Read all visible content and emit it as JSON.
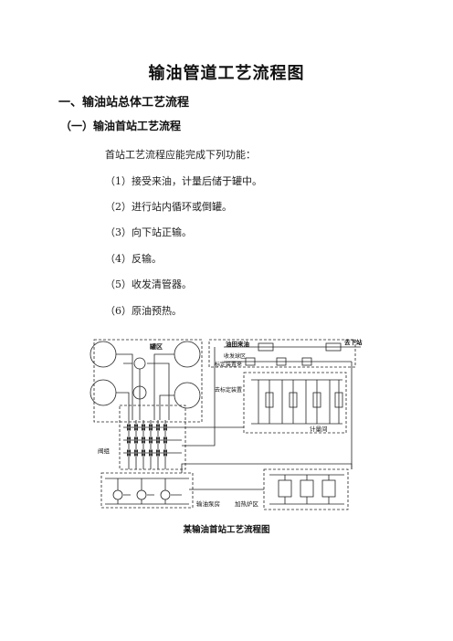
{
  "doc": {
    "title": "输油管道工艺流程图",
    "section1": "一、输油站总体工艺流程",
    "section1_1": "（一）输油首站工艺流程",
    "intro": "首站工艺流程应能完成下列功能：",
    "functions": [
      "（1）接受来油，计量后储于罐中。",
      "（2）进行站内循环或倒罐。",
      "（3）向下站正输。",
      "（4）反输。",
      "（5）收发清管器。",
      "（6）原油预热。"
    ],
    "caption": "某输油首站工艺流程图"
  },
  "diagram": {
    "labels": {
      "tank_area": "罐区",
      "incoming_oil": "油田来油",
      "to_next_station": "去下站",
      "pig_area_1": "收发球区",
      "pig_area_2": "标定装置来",
      "to_calibration": "去标定装置",
      "metering_room": "计量间",
      "valve_group": "阀组",
      "pump_house": "输油泵房",
      "furnace_area": "加热炉区"
    }
  }
}
